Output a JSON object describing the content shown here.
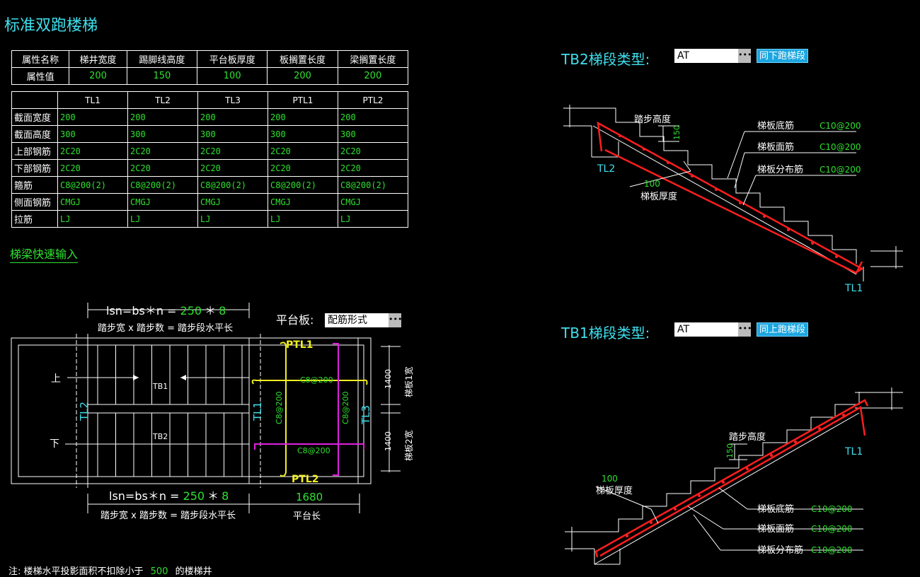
{
  "title": "标准双跑楼梯",
  "prop_table": {
    "headers": [
      "属性名称",
      "梯井宽度",
      "踢脚线高度",
      "平台板厚度",
      "板搁置长度",
      "梁搁置长度"
    ],
    "row_label": "属性值",
    "values": [
      "200",
      "150",
      "100",
      "200",
      "200"
    ]
  },
  "beam_table": {
    "headers": [
      "TL1",
      "TL2",
      "TL3",
      "PTL1",
      "PTL2"
    ],
    "rows": [
      {
        "label": "截面宽度",
        "values": [
          "200",
          "200",
          "200",
          "200",
          "200"
        ]
      },
      {
        "label": "截面高度",
        "values": [
          "300",
          "300",
          "300",
          "300",
          "300"
        ]
      },
      {
        "label": "上部钢筋",
        "values": [
          "2C20",
          "2C20",
          "2C20",
          "2C20",
          "2C20"
        ]
      },
      {
        "label": "下部钢筋",
        "values": [
          "2C20",
          "2C20",
          "2C20",
          "2C20",
          "2C20"
        ]
      },
      {
        "label": "箍筋",
        "values": [
          "C8@200(2)",
          "C8@200(2)",
          "C8@200(2)",
          "C8@200(2)",
          "C8@200(2)"
        ]
      },
      {
        "label": "侧面钢筋",
        "values": [
          "CMGJ",
          "CMGJ",
          "CMGJ",
          "CMGJ",
          "CMGJ"
        ]
      },
      {
        "label": "拉筋",
        "values": [
          "LJ",
          "LJ",
          "LJ",
          "LJ",
          "LJ"
        ]
      }
    ]
  },
  "quick_input_label": "梯梁快速输入",
  "plan": {
    "formula_prefix": "lsn=bs＊n = ",
    "bs": "250",
    "times": "＊",
    "n": "8",
    "formula_desc": "踏步宽 x 踏步数 = 踏步段水平长",
    "platform_label": "平台板:",
    "platform_value": "配筋形式",
    "platform_len": "1680",
    "platform_len_label": "平台长",
    "up": "上",
    "down": "下",
    "tb1": "TB1",
    "tb2": "TB2",
    "tl1": "TL1",
    "tl2": "TL2",
    "tl3": "TL3",
    "ptl1": "PTL1",
    "ptl2": "PTL2",
    "rebar": "C8@200",
    "dim1": "1400",
    "dim2": "1400",
    "w1": "梯板1宽",
    "w2": "梯板2宽"
  },
  "tb2": {
    "heading": "TB2梯段类型:",
    "type_value": "AT",
    "button": "同下跑梯段",
    "step_height_label": "踏步高度",
    "step_height": "150",
    "thickness": "100",
    "thickness_label": "梯板厚度",
    "bottom_rebar": "梯板底筋",
    "top_rebar": "梯板面筋",
    "dist_rebar": "梯板分布筋",
    "rebar_spec": "C10@200",
    "left_beam": "TL2",
    "right_beam": "TL1"
  },
  "tb1": {
    "heading": "TB1梯段类型:",
    "type_value": "AT",
    "button": "同上跑梯段",
    "step_height_label": "踏步高度",
    "step_height": "150",
    "thickness": "100",
    "thickness_label": "梯板厚度",
    "bottom_rebar": "梯板底筋",
    "top_rebar": "梯板面筋",
    "dist_rebar": "梯板分布筋",
    "rebar_spec": "C10@200",
    "right_beam": "TL1"
  },
  "note": {
    "prefix": "注: 楼梯水平投影面积不扣除小于",
    "value": "500",
    "suffix": "的楼梯井"
  },
  "colors": {
    "cyan": "#3fe0ee",
    "green": "#2fe02f",
    "red": "#ff1e1e",
    "magenta": "#e020e0",
    "yellow": "#f0f020",
    "button": "#1ca6e0"
  }
}
